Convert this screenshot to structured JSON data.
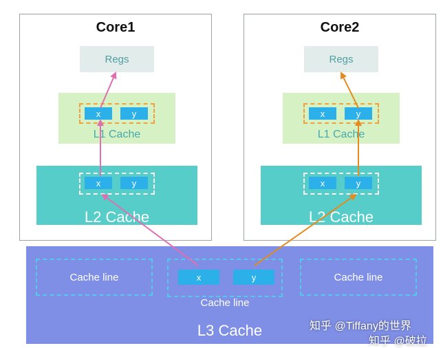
{
  "cores": [
    {
      "title": "Core1",
      "regs": "Regs",
      "l1_label": "L1 Cache",
      "l2_label": "L2 Cache",
      "x": "x",
      "y": "y"
    },
    {
      "title": "Core2",
      "regs": "Regs",
      "l1_label": "L1 Cache",
      "l2_label": "L2 Cache",
      "x": "x",
      "y": "y"
    }
  ],
  "l3": {
    "label": "L3 Cache",
    "left_line": "Cache line",
    "right_line": "Cache line",
    "middle_line": "Cache line",
    "x": "x",
    "y": "y"
  },
  "colors": {
    "core1_arrow": "#e06fb2",
    "core2_arrow": "#e48a1e"
  },
  "watermark": {
    "line1": "知乎 @Tiffany的世界",
    "line2": "知乎 @破拉"
  }
}
